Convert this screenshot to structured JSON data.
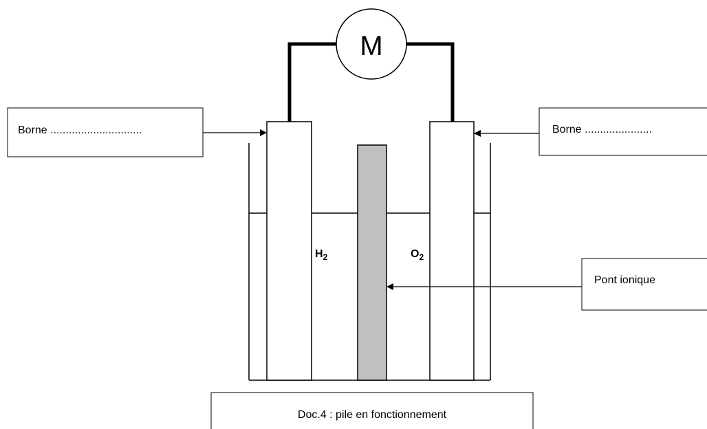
{
  "motor_symbol": "M",
  "left_terminal_label": "Borne ..............................",
  "right_terminal_label": "Borne ......................",
  "left_gas": {
    "symbol": "H",
    "subscript": "2"
  },
  "right_gas": {
    "symbol": "O",
    "subscript": "2"
  },
  "salt_bridge_label": "Pont ionique",
  "caption": "Doc.4 : pile en fonctionnement",
  "colors": {
    "line": "#000000",
    "salt_bridge_fill": "#c0c0c0",
    "background": "#ffffff"
  }
}
